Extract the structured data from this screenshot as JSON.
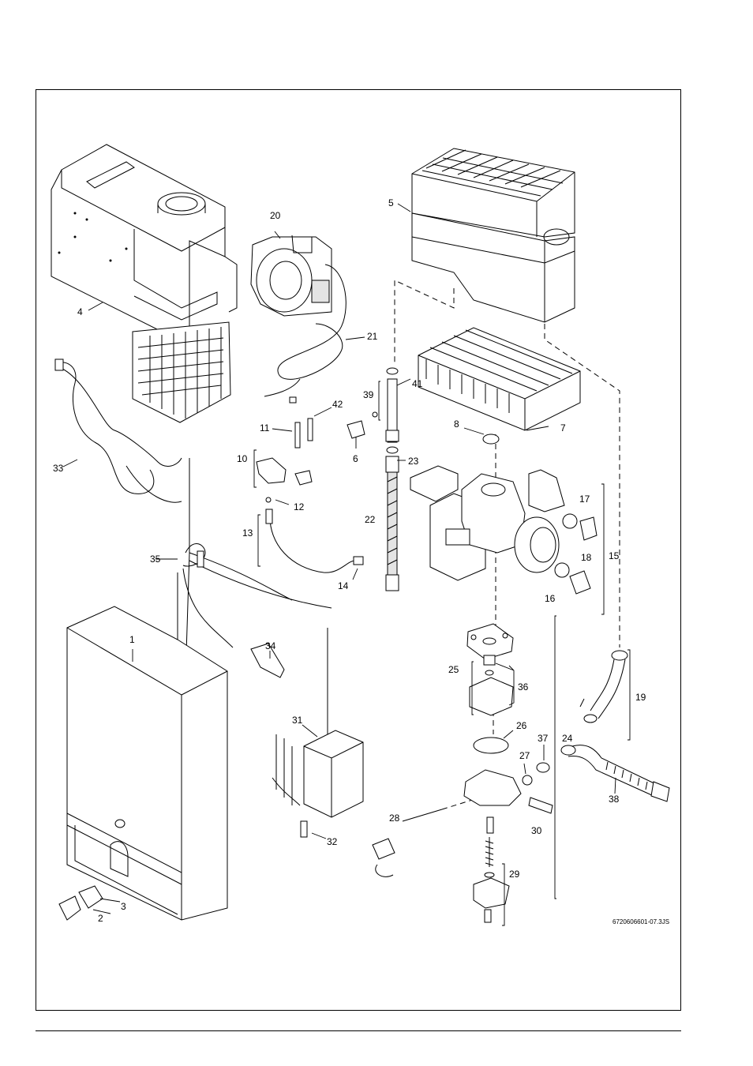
{
  "diagram": {
    "reference_code": "6720606601-07.3JS",
    "callouts": [
      "1",
      "2",
      "3",
      "4",
      "5",
      "6",
      "7",
      "8",
      "10",
      "11",
      "12",
      "13",
      "14",
      "15",
      "16",
      "17",
      "18",
      "19",
      "20",
      "21",
      "22",
      "23",
      "24",
      "25",
      "26",
      "27",
      "28",
      "29",
      "30",
      "31",
      "32",
      "33",
      "34",
      "35",
      "36",
      "37",
      "38",
      "39",
      "41",
      "42"
    ]
  }
}
